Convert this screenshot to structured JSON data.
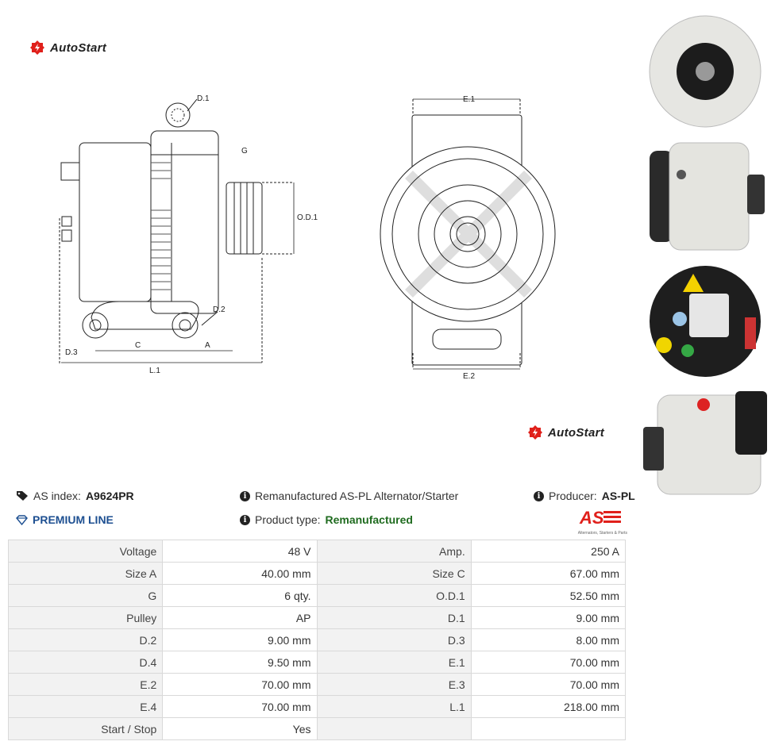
{
  "brand": {
    "name": "AutoStart"
  },
  "drawing": {
    "labels": {
      "d1": "D.1",
      "g": "G",
      "od1": "O.D.1",
      "d2": "D.2",
      "d3": "D.3",
      "c": "C",
      "a": "A",
      "l1": "L.1",
      "e1": "E.1",
      "e2": "E.2"
    }
  },
  "product": {
    "index_label": "AS index:",
    "index_value": "A9624PR",
    "description": "Remanufactured AS-PL Alternator/Starter",
    "producer_label": "Producer:",
    "producer_value": "AS-PL",
    "line": "PREMIUM LINE",
    "type_label": "Product type:",
    "type_value": "Remanufactured",
    "producer_logo_caption": "Alternators, Starters & Parts"
  },
  "specs": [
    [
      {
        "label": "Voltage",
        "value": "48 V"
      },
      {
        "label": "Amp.",
        "value": "250 A"
      }
    ],
    [
      {
        "label": "Size A",
        "value": "40.00 mm"
      },
      {
        "label": "Size C",
        "value": "67.00 mm"
      }
    ],
    [
      {
        "label": "G",
        "value": "6 qty."
      },
      {
        "label": "O.D.1",
        "value": "52.50 mm"
      }
    ],
    [
      {
        "label": "Pulley",
        "value": "AP"
      },
      {
        "label": "D.1",
        "value": "9.00 mm"
      }
    ],
    [
      {
        "label": "D.2",
        "value": "9.00 mm"
      },
      {
        "label": "D.3",
        "value": "8.00 mm"
      }
    ],
    [
      {
        "label": "D.4",
        "value": "9.50 mm"
      },
      {
        "label": "E.1",
        "value": "70.00 mm"
      }
    ],
    [
      {
        "label": "E.2",
        "value": "70.00 mm"
      },
      {
        "label": "E.3",
        "value": "70.00 mm"
      }
    ],
    [
      {
        "label": "E.4",
        "value": "70.00 mm"
      },
      {
        "label": "L.1",
        "value": "218.00 mm"
      }
    ],
    [
      {
        "label": "Start / Stop",
        "value": "Yes"
      },
      {
        "label": "",
        "value": ""
      }
    ]
  ],
  "colors": {
    "brand_red": "#e0201b",
    "premium_blue": "#1d4f91",
    "type_green": "#1f6b1f"
  },
  "icons": [
    "autostart-logo-icon",
    "tag-icon",
    "info-icon",
    "diamond-icon",
    "as-pl-logo"
  ]
}
